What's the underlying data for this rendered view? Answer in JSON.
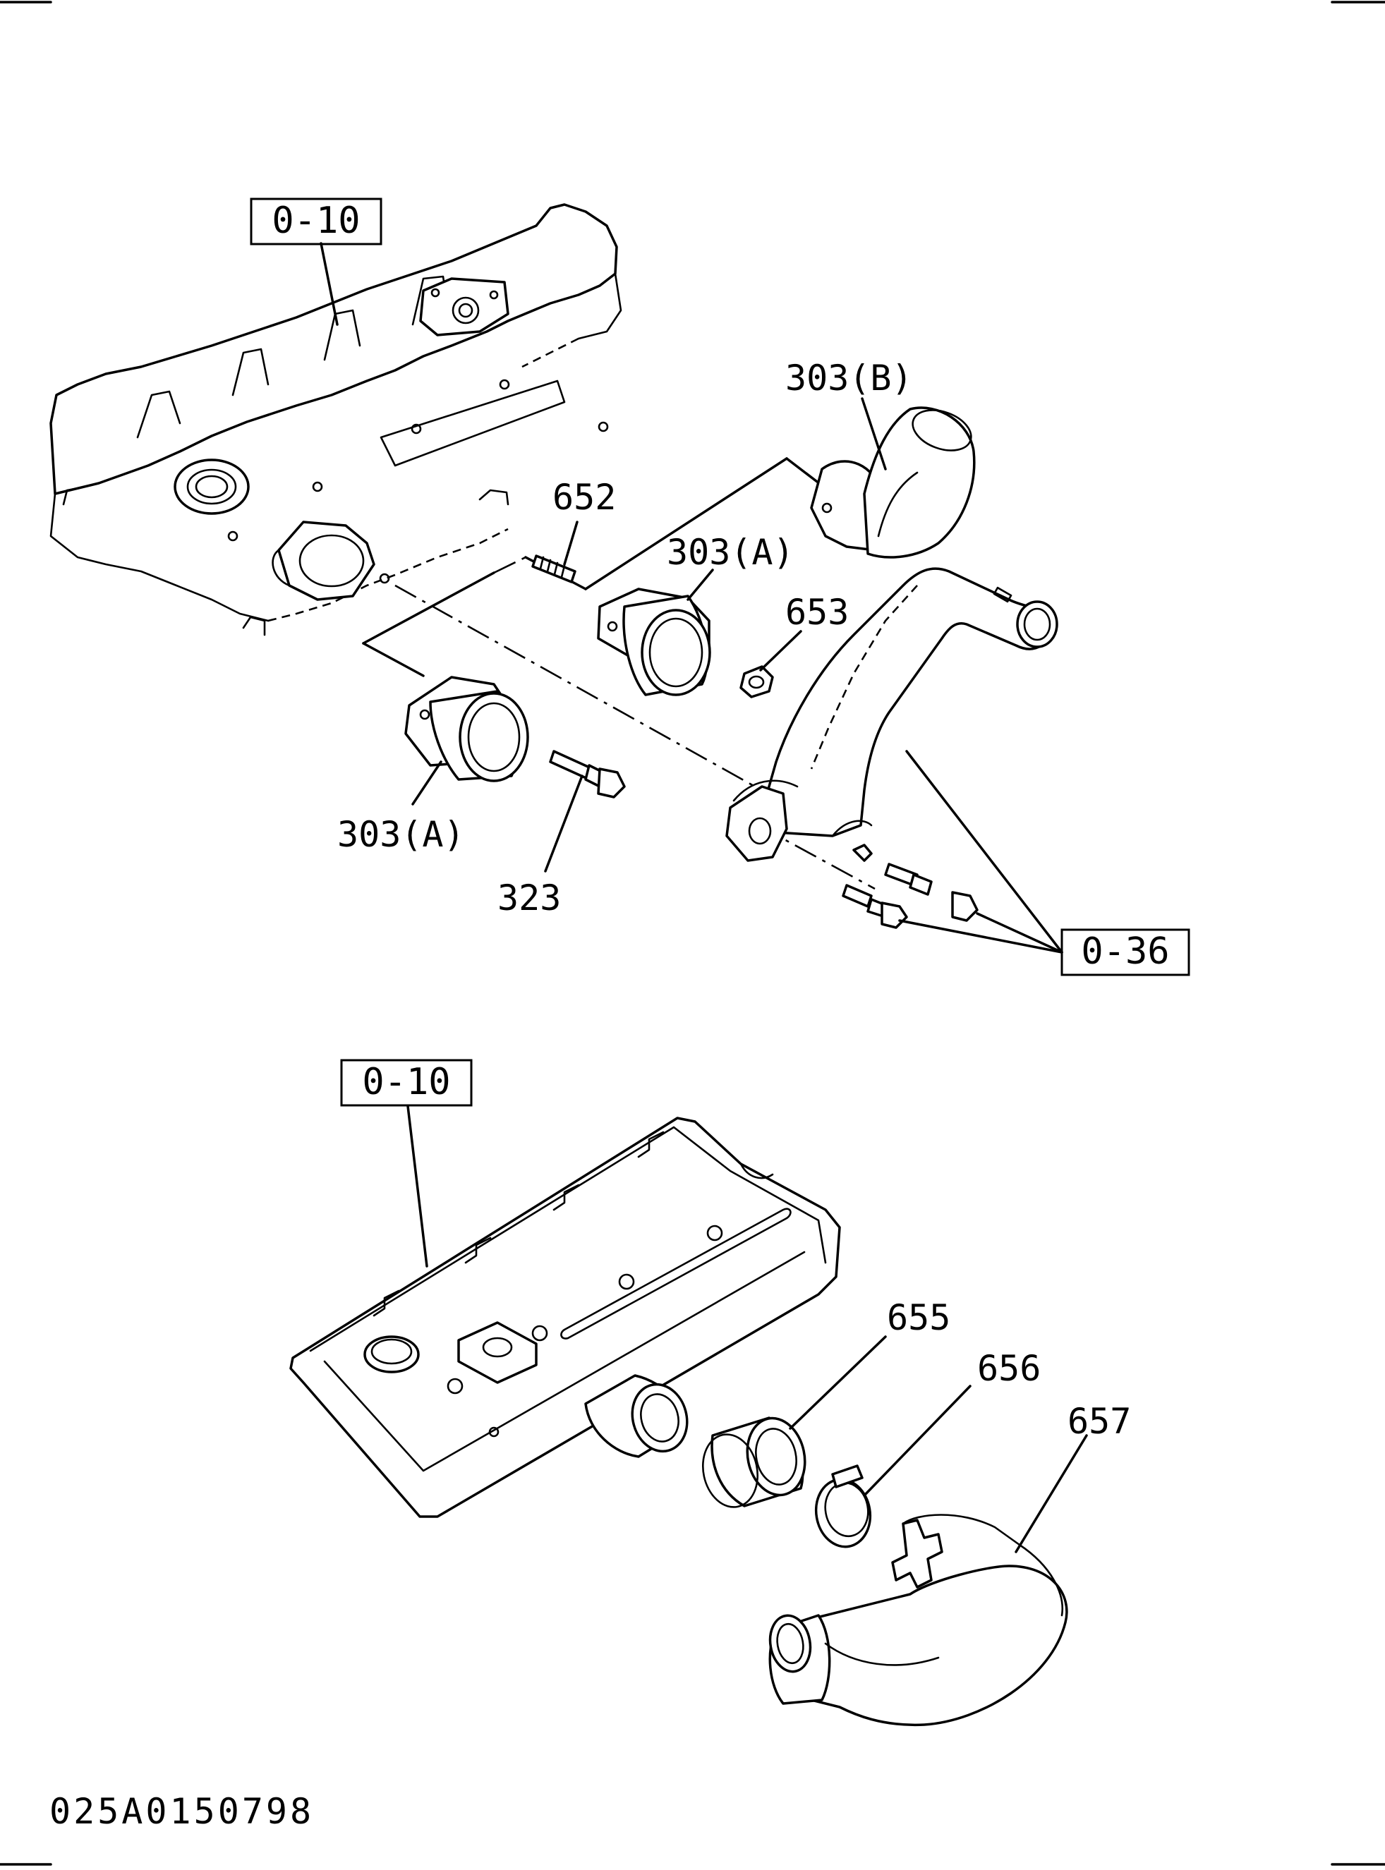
{
  "references": {
    "upper_block": "0-10",
    "lower_block": "0-10",
    "pipe_assembly": "0-36"
  },
  "callouts": {
    "pipe_b": "303(B)",
    "stud": "652",
    "pipe_a_upper": "303(A)",
    "nut": "653",
    "pipe_a_lower": "303(A)",
    "bolt": "323",
    "connector": "655",
    "clamp": "656",
    "elbow_hose": "657"
  },
  "document_id": "025A0150798"
}
